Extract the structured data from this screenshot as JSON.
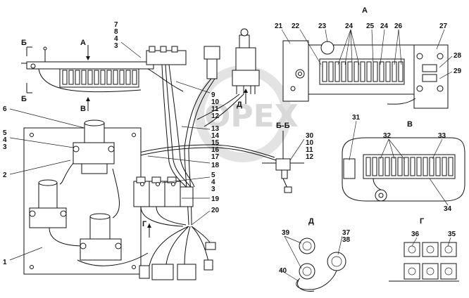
{
  "watermark": "OPEX",
  "views": {
    "A_top": "А",
    "A_arrow": "А",
    "B_left_top": "Б",
    "B_left_bottom": "Б",
    "V_arrow": "В",
    "D_arrow": "Д",
    "G_arrow": "Г",
    "BB_section": "Б-Б",
    "V_view": "В",
    "D_view": "Д",
    "G_view": "Г"
  },
  "callouts": {
    "n1": "1",
    "n2": "2",
    "n3a": "3",
    "n3b": "3",
    "n3c": "3",
    "n4a": "4",
    "n4b": "4",
    "n4c": "4",
    "n5a": "5",
    "n5b": "5",
    "n6": "6",
    "n7": "7",
    "n8": "8",
    "n9": "9",
    "n10a": "10",
    "n10b": "10",
    "n11a": "11",
    "n11b": "11",
    "n12a": "12",
    "n12b": "12",
    "n13": "13",
    "n14": "14",
    "n15": "15",
    "n16": "16",
    "n17": "17",
    "n18": "18",
    "n19": "19",
    "n20": "20",
    "n21": "21",
    "n22": "22",
    "n23": "23",
    "n24a": "24",
    "n24b": "24",
    "n25": "25",
    "n26": "26",
    "n27": "27",
    "n28": "28",
    "n29": "29",
    "n30": "30",
    "n31": "31",
    "n32": "32",
    "n33": "33",
    "n34": "34",
    "n35": "35",
    "n36": "36",
    "n37": "37",
    "n38": "38",
    "n39": "39",
    "n40": "40"
  }
}
